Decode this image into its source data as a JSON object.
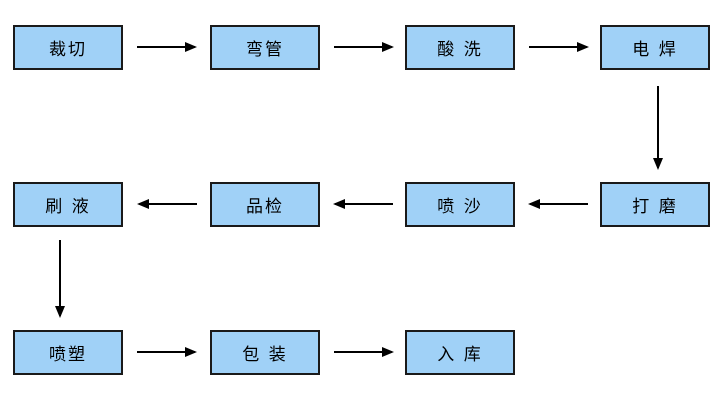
{
  "diagram": {
    "type": "flowchart",
    "description": "production-process-flow",
    "nodes": [
      {
        "id": "cutting",
        "label": "裁切"
      },
      {
        "id": "pipe-bending",
        "label": "弯管"
      },
      {
        "id": "acid-washing",
        "label": "酸 洗"
      },
      {
        "id": "welding",
        "label": "电 焊"
      },
      {
        "id": "grinding",
        "label": "打 磨"
      },
      {
        "id": "sandblasting",
        "label": "喷 沙"
      },
      {
        "id": "quality-inspection",
        "label": "品检"
      },
      {
        "id": "liquid-brushing",
        "label": "刷 液"
      },
      {
        "id": "powder-coating",
        "label": "喷塑"
      },
      {
        "id": "packaging",
        "label": "包 装"
      },
      {
        "id": "warehousing",
        "label": "入 库"
      }
    ],
    "edges": [
      {
        "from": "裁切",
        "to": "弯管",
        "direction": "right"
      },
      {
        "from": "弯管",
        "to": "酸 洗",
        "direction": "right"
      },
      {
        "from": "酸 洗",
        "to": "电 焊",
        "direction": "right"
      },
      {
        "from": "电 焊",
        "to": "打 磨",
        "direction": "down"
      },
      {
        "from": "打 磨",
        "to": "喷 沙",
        "direction": "left"
      },
      {
        "from": "喷 沙",
        "to": "品检",
        "direction": "left"
      },
      {
        "from": "品检",
        "to": "刷 液",
        "direction": "left"
      },
      {
        "from": "刷 液",
        "to": "喷塑",
        "direction": "down"
      },
      {
        "from": "喷塑",
        "to": "包 装",
        "direction": "right"
      },
      {
        "from": "包 装",
        "to": "入 库",
        "direction": "right"
      }
    ],
    "colors": {
      "node_fill": "#a0d1f7",
      "node_border": "#1a1a1a",
      "arrow": "#000000",
      "text": "#000000",
      "background": "#ffffff"
    }
  }
}
